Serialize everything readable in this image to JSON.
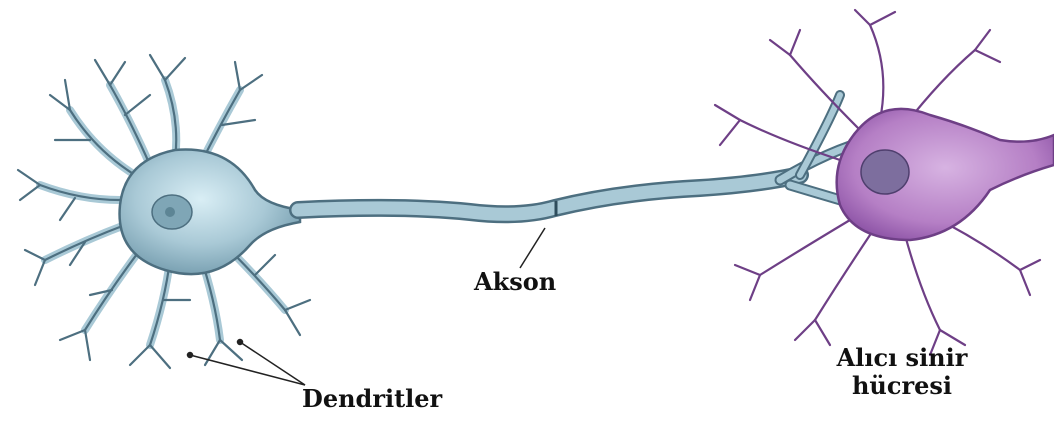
{
  "labels": {
    "axon": "Akson",
    "dendrites": "Dendritler",
    "receiver_line1": "Alıcı sinir",
    "receiver_line2": "hücresi"
  },
  "colors": {
    "neuron_body": "#a9c9d6",
    "neuron_outline": "#4d6f80",
    "nucleus": "#7fa6b6",
    "receiver_body": "#b57fc5",
    "receiver_outline": "#6e3f86",
    "receiver_nucleus": "#7d6e9e",
    "label_text": "#111111"
  }
}
